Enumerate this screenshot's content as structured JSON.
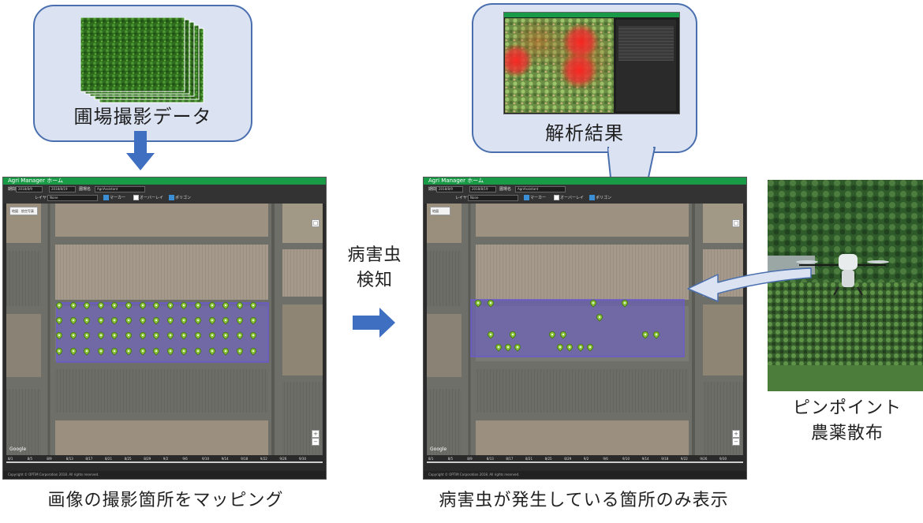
{
  "top_left": {
    "label": "圃場撮影データ"
  },
  "top_right": {
    "label": "解析結果"
  },
  "middle": {
    "step_line1": "病害虫",
    "step_line2": "検知"
  },
  "right": {
    "line1": "ピンポイント",
    "line2": "農薬散布"
  },
  "bottom_left": {
    "caption": "画像の撮影箇所をマッピング"
  },
  "bottom_right": {
    "caption": "病害虫が発生している箇所のみ表示"
  },
  "app": {
    "title": "Agri Manager ホーム",
    "date_label": "期間",
    "date_from": "2018/8/9",
    "date_to": "2018/8/19",
    "farm_label": "圃場名",
    "farm_value": "AgriAssistant",
    "layer_label": "レイヤー",
    "layer_value": "None",
    "marker_label": "マーカー",
    "overlay_label": "オーバーレイ",
    "polygon_label": "ポリゴン",
    "map_type_label": "地図",
    "map_sat_label": "航空写真",
    "google_text": "Google",
    "footer": "Copyright © OPTiM Corporation 2018. All rights reserved.",
    "ticks": [
      "8/1",
      "8/5",
      "8/9",
      "8/13",
      "8/17",
      "8/21",
      "8/25",
      "8/29",
      "9/2",
      "9/6",
      "9/10",
      "9/14",
      "9/18",
      "9/22",
      "9/26",
      "9/30"
    ]
  },
  "colors": {
    "arrow": "#3f6fc1",
    "bubble_fill": "#dbe3f3",
    "bubble_border": "#4a6fae",
    "polygon": "#6a5acd",
    "pin": "#8cc63f",
    "title_bar": "#199a46"
  }
}
